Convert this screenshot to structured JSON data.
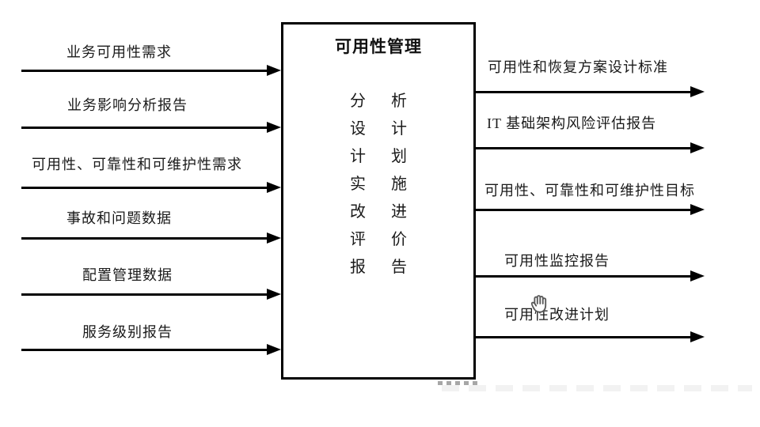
{
  "process": {
    "title": "可用性管理",
    "steps": [
      [
        "分",
        "析"
      ],
      [
        "设",
        "计"
      ],
      [
        "计",
        "划"
      ],
      [
        "实",
        "施"
      ],
      [
        "改",
        "进"
      ],
      [
        "评",
        "价"
      ],
      [
        "报",
        "告"
      ]
    ]
  },
  "inputs": [
    {
      "label": "业务可用性需求"
    },
    {
      "label": "业务影响分析报告"
    },
    {
      "label": "可用性、可靠性和可维护性需求"
    },
    {
      "label": "事故和问题数据"
    },
    {
      "label": "配置管理数据"
    },
    {
      "label": "服务级别报告"
    }
  ],
  "outputs": [
    {
      "label": "可用性和恢复方案设计标准"
    },
    {
      "label": "IT 基础架构风险评估报告"
    },
    {
      "label": "可用性、可靠性和可维护性目标"
    },
    {
      "label": "可用性监控报告"
    },
    {
      "label": "可用性改进计划"
    }
  ],
  "cursor": {
    "type": "hand-grab"
  },
  "colors": {
    "line": "#000000",
    "text": "#1a1a1a",
    "background": "#ffffff"
  }
}
